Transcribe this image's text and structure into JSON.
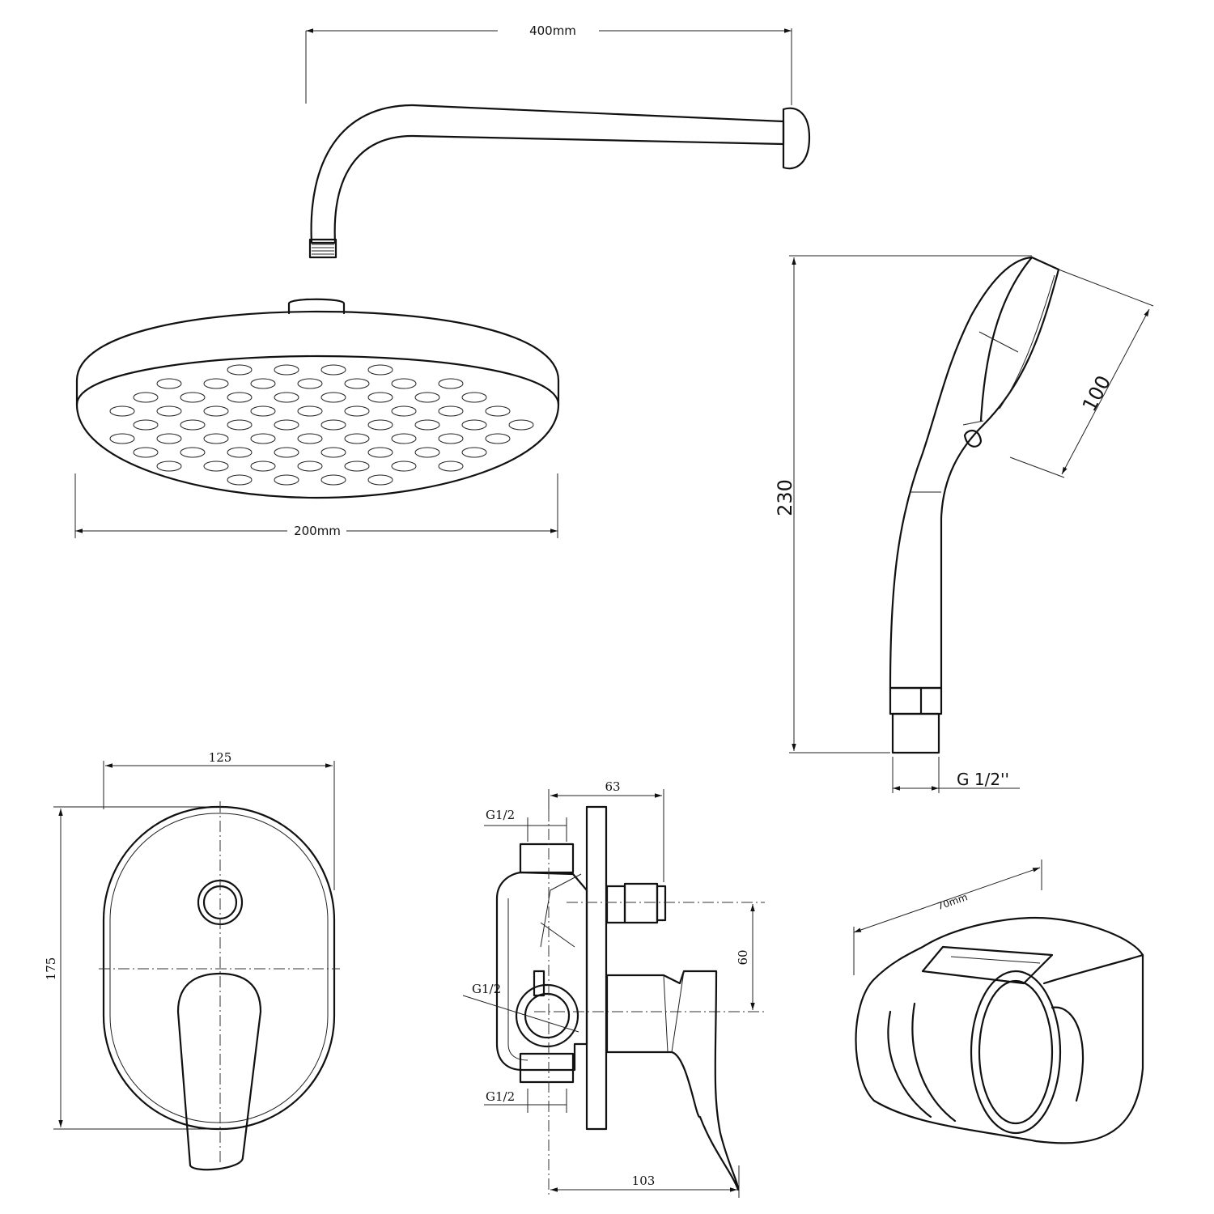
{
  "shower_arm": {
    "length_label": "400mm"
  },
  "shower_head": {
    "diameter_label": "200mm"
  },
  "hand_shower": {
    "height_label": "230",
    "head_width_label": "100",
    "thread_label": "G 1/2''"
  },
  "mixer_front": {
    "width_label": "125",
    "height_label": "175"
  },
  "mixer_side": {
    "depth_label": "63",
    "top_thread_label": "G1/2",
    "middle_thread_label": "G1/2",
    "bottom_thread_label": "G1/2",
    "spacing_label": "60",
    "total_depth_label": "103"
  },
  "holder": {
    "width_label": "70mm"
  },
  "colors": {
    "line": "#111111",
    "background": "#ffffff"
  }
}
